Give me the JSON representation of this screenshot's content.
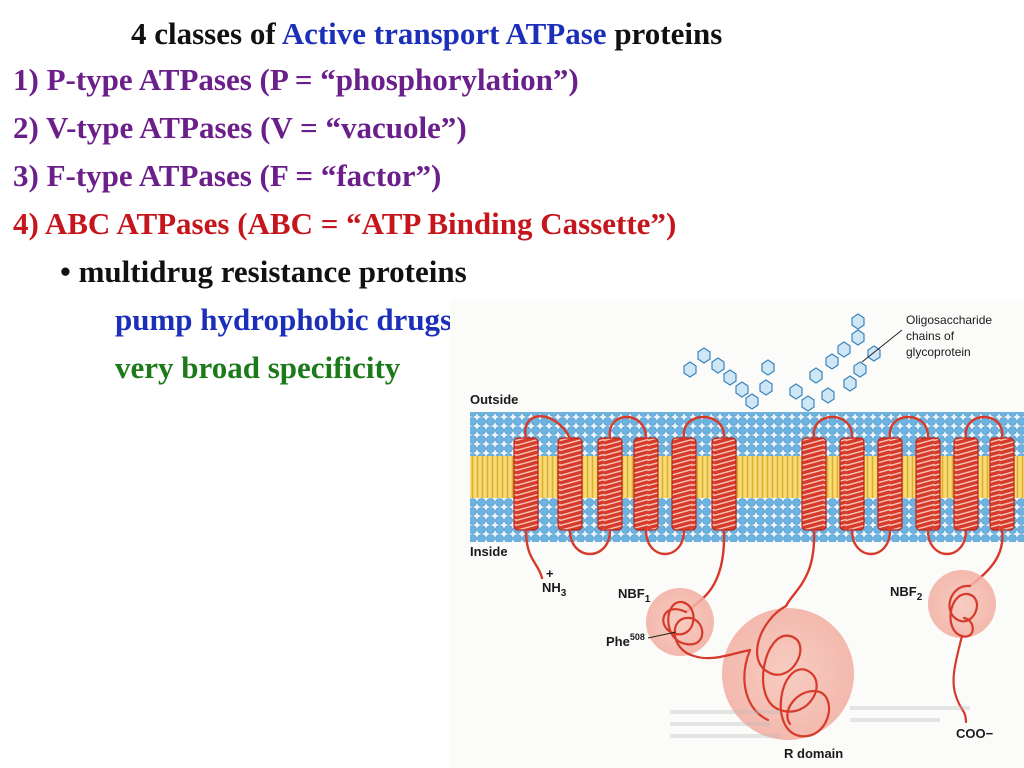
{
  "slide": {
    "title": {
      "part1": "4 classes of ",
      "part2": "Active transport ATPase",
      "part3": " proteins"
    },
    "items": [
      {
        "prefix": "1) P-type ATPases (P = ",
        "term": "“phosphorylation”",
        "suffix": ")"
      },
      {
        "prefix": "2) V-type ATPases (V = ",
        "term": "“vacuole”",
        "suffix": ")"
      },
      {
        "prefix": "3)  F-type ATPases (F = ",
        "term": "“factor”",
        "suffix": ")"
      },
      {
        "prefix": "4) ABC ATPases (ABC = ",
        "term": "“ATP Binding Cassette”",
        "suffix": ")"
      }
    ],
    "bullet": "• multidrug resistance proteins",
    "sub1": "pump hydrophobic drugs out of cells",
    "sub2": "very broad specificity"
  },
  "figure": {
    "outside_label": "Outside",
    "inside_label": "Inside",
    "oligo_label_line1": "Oligosaccharide",
    "oligo_label_line2": "chains of",
    "oligo_label_line3": "glycoprotein",
    "nh3_label": "NH",
    "nh3_sub": "3",
    "nbf1_label": "NBF",
    "nbf1_sub": "1",
    "nbf2_label": "NBF",
    "nbf2_sub": "2",
    "phe_label": "Phe",
    "phe_sup": "508",
    "coo_label": "COO−",
    "rdomain_label": "R domain"
  },
  "colors": {
    "title_black": "#111111",
    "title_blue": "#1c2fb8",
    "item_purple": "#6b1f8a",
    "item4_red": "#c4161c",
    "sub_blue": "#1c2fb8",
    "sub_green": "#1d7a1a",
    "helix_red": "#d93a2b",
    "lipid_blue": "#5aa7d8",
    "lipid_yellow": "#f2c94c"
  }
}
